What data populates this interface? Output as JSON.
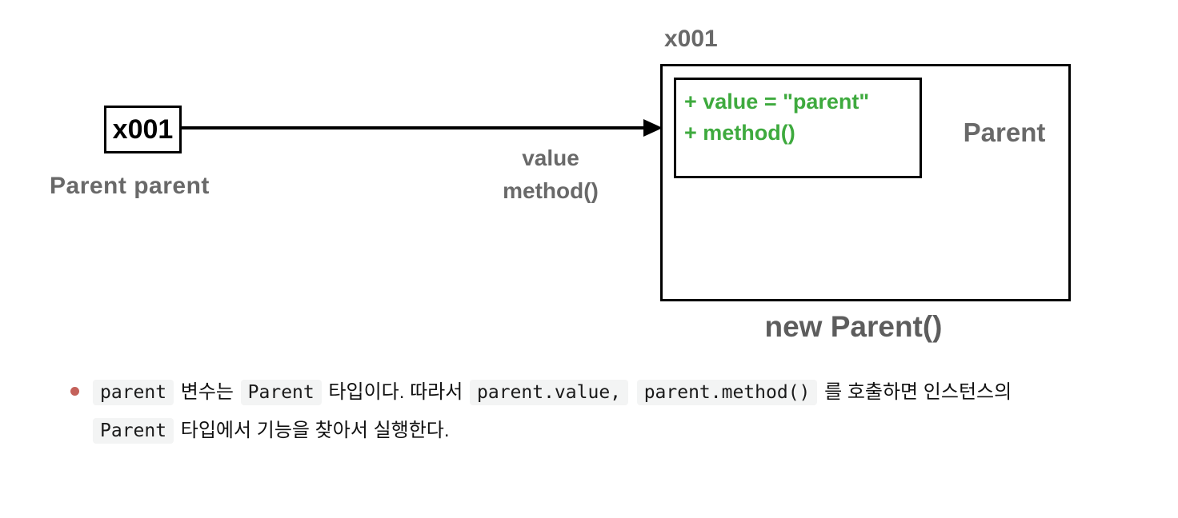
{
  "diagram": {
    "ref_box_label": "x001",
    "variable_label": "Parent parent",
    "arrow_caption": {
      "line1": "value",
      "line2": "method()"
    },
    "instance_address_label": "x001",
    "members": [
      "+ value = \"parent\"",
      "+ method()"
    ],
    "class_label": "Parent",
    "constructor_label": "new Parent()",
    "colors": {
      "member_green": "#3eaa3e",
      "label_gray": "#696969",
      "border_black": "#000000"
    }
  },
  "notes": {
    "bullet_color": "#c4615a",
    "code_background": "#f3f4f4",
    "line1": {
      "seg0": "parent",
      "seg1": " 변수는 ",
      "seg2": "Parent",
      "seg3": " 타입이다. 따라서 ",
      "seg4": "parent.value,",
      "seg5": " ",
      "seg6": "parent.method()",
      "seg7": " 를 호출하면 인스턴스의"
    },
    "line2": {
      "seg0": "Parent",
      "seg1": " 타입에서 기능을 찾아서 실행한다."
    }
  }
}
